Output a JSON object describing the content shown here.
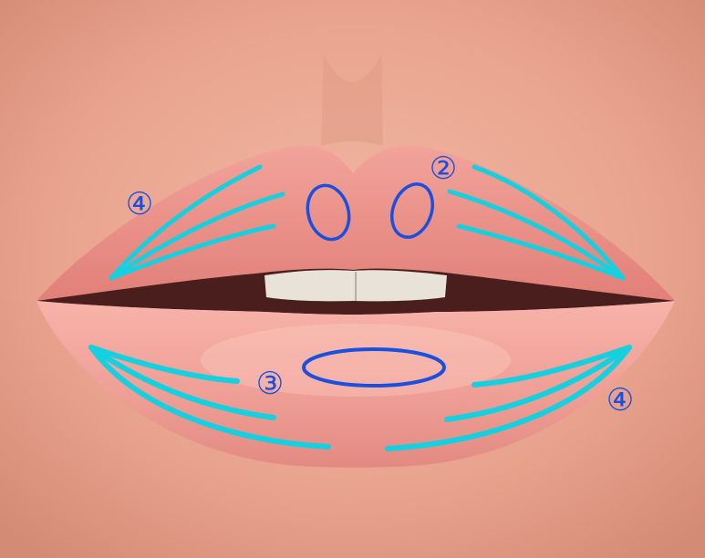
{
  "colors": {
    "skin": "#e9a48f",
    "skin_light": "#f0b7a4",
    "lip": "#e9877f",
    "lip_light": "#f3a49b",
    "mouth_shadow": "#4a1e1c",
    "teeth": "#e8e2d8",
    "teal_lines": "#17d0df",
    "blue_marks": "#1b4fe0"
  },
  "labels": {
    "upper_left": "④",
    "upper_right": "②",
    "lower_center": "③",
    "lower_right": "④"
  },
  "icons": {
    "lip_photo": "lips-closeup-icon"
  }
}
